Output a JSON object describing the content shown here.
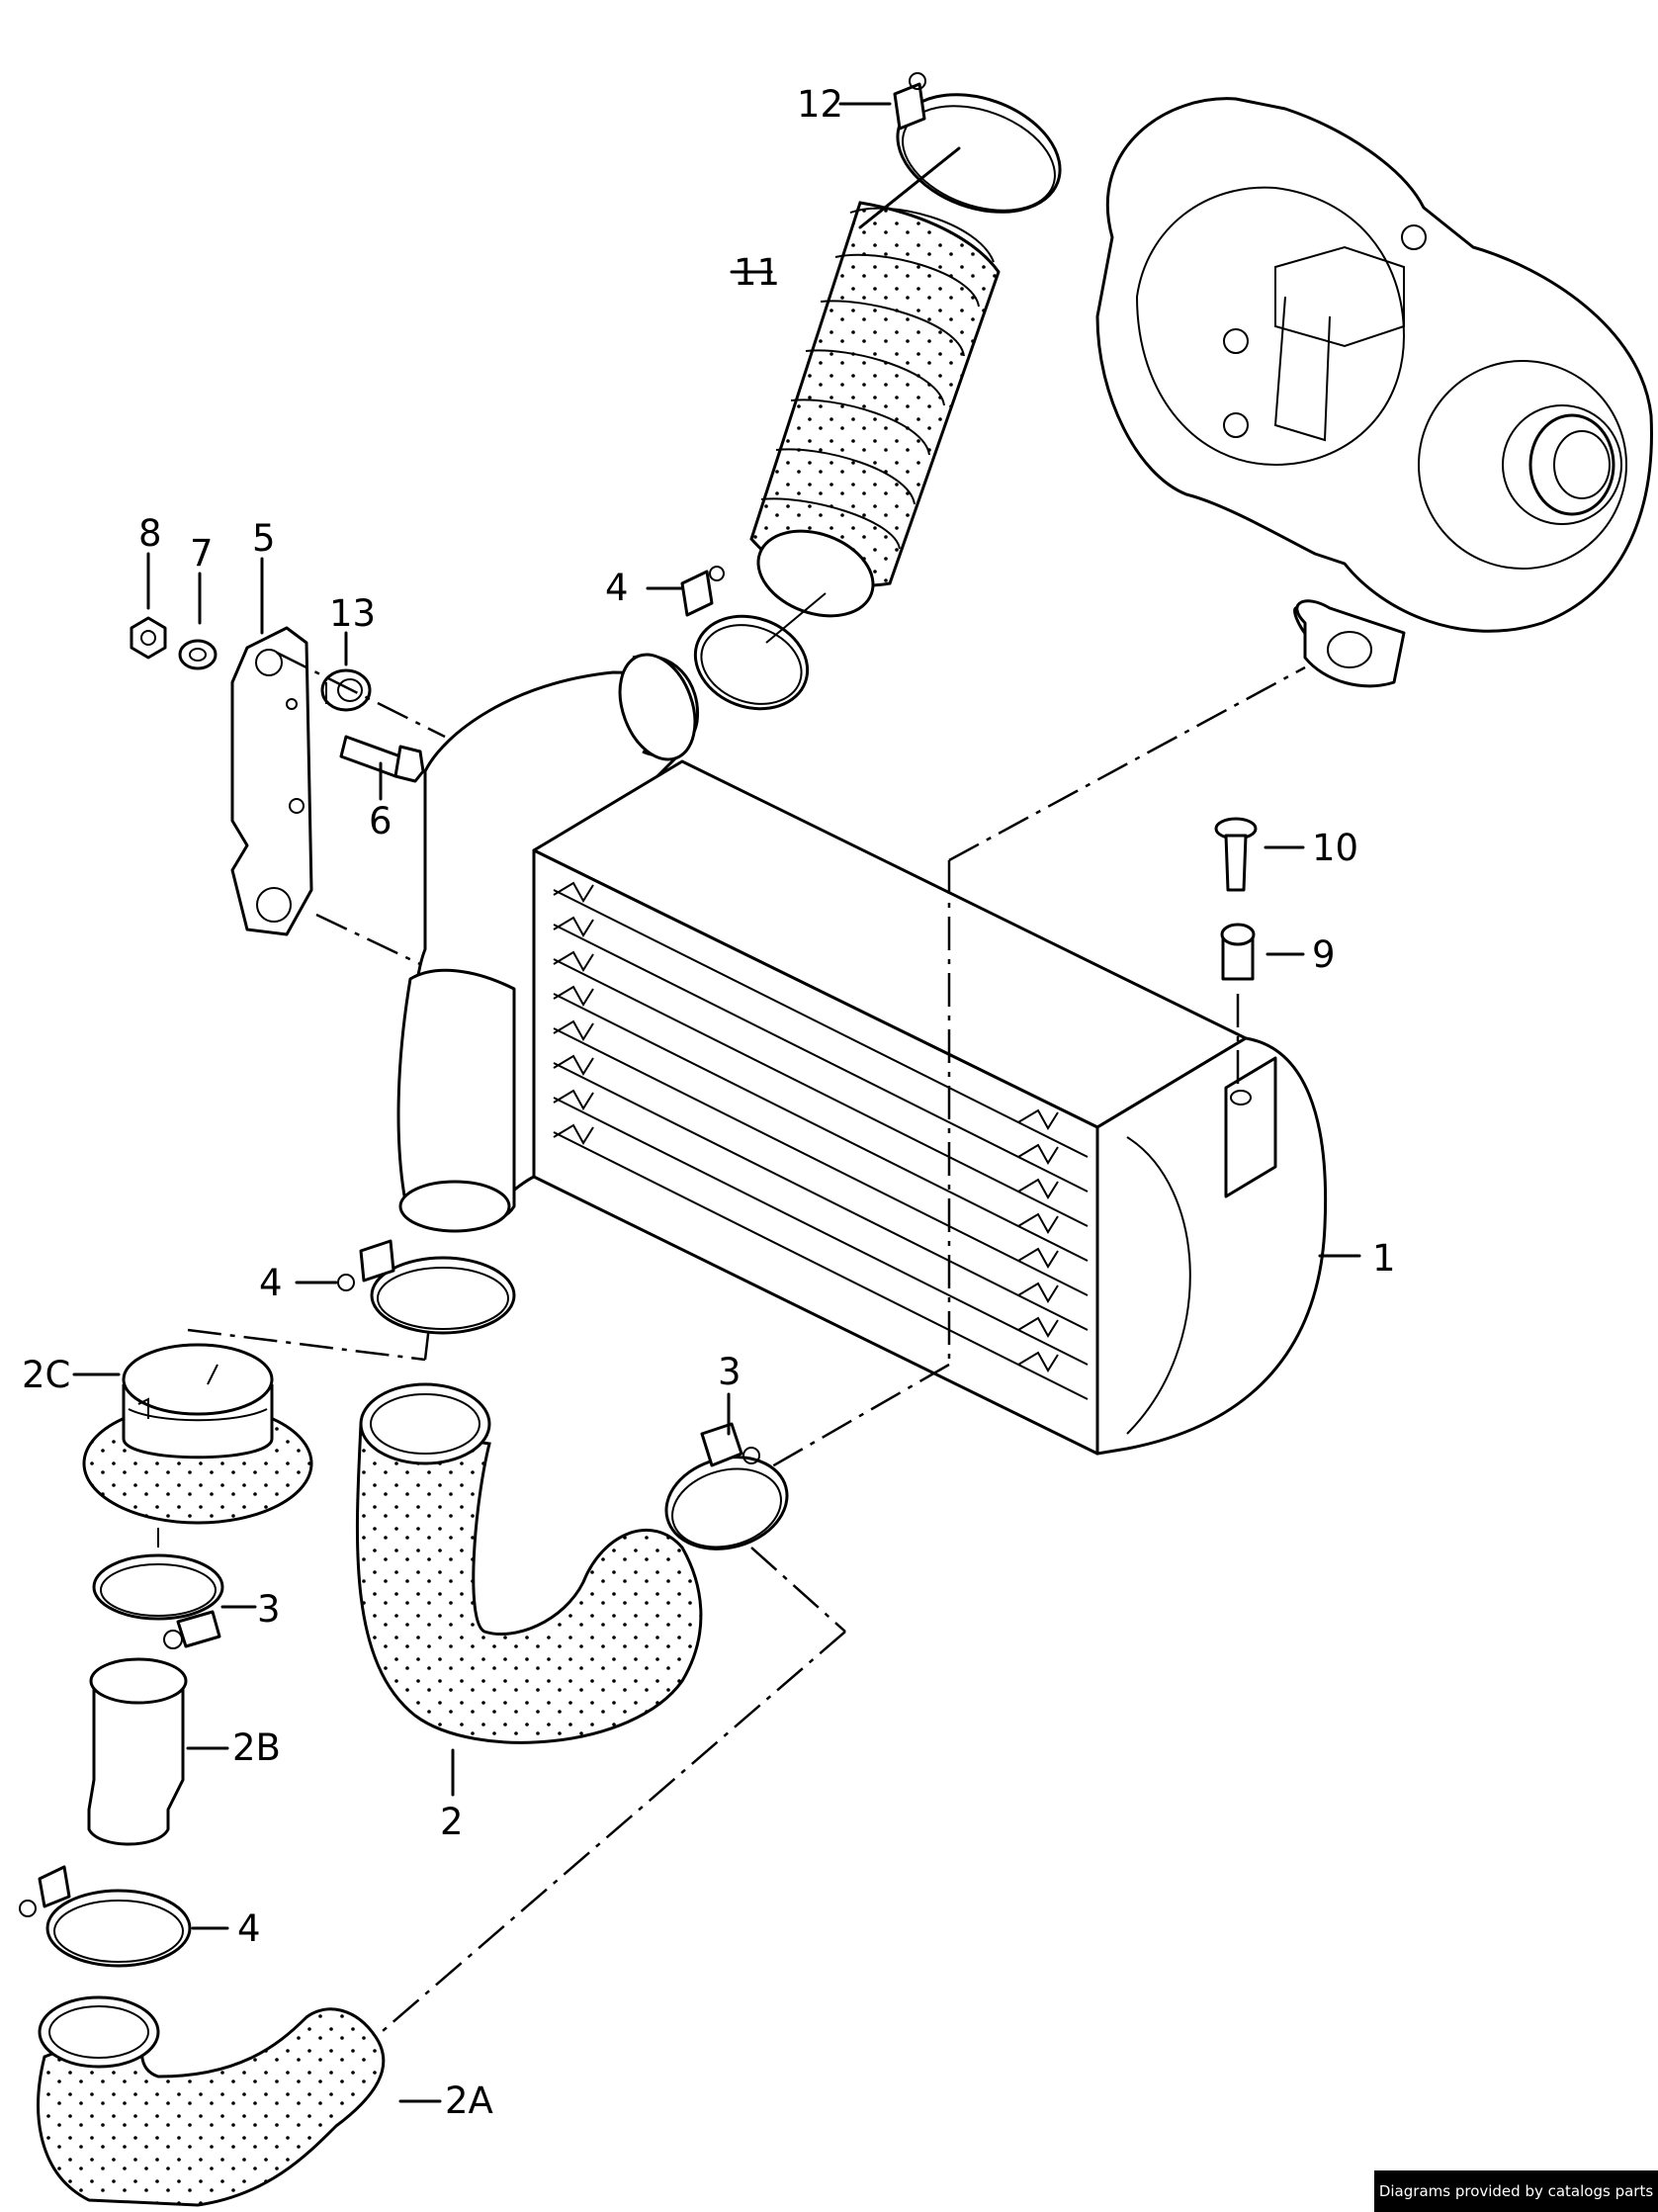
{
  "callouts": {
    "c1": "1",
    "c2": "2",
    "c2a": "2A",
    "c2b": "2B",
    "c2c": "2C",
    "c3a": "3",
    "c3b": "3",
    "c4a": "4",
    "c4b": "4",
    "c4c": "4",
    "c5": "5",
    "c6": "6",
    "c7": "7",
    "c8": "8",
    "c9": "9",
    "c10": "10",
    "c11": "11",
    "c12": "12",
    "c13": "13"
  },
  "footer": {
    "credit": "Diagrams provided by catalogs parts"
  }
}
